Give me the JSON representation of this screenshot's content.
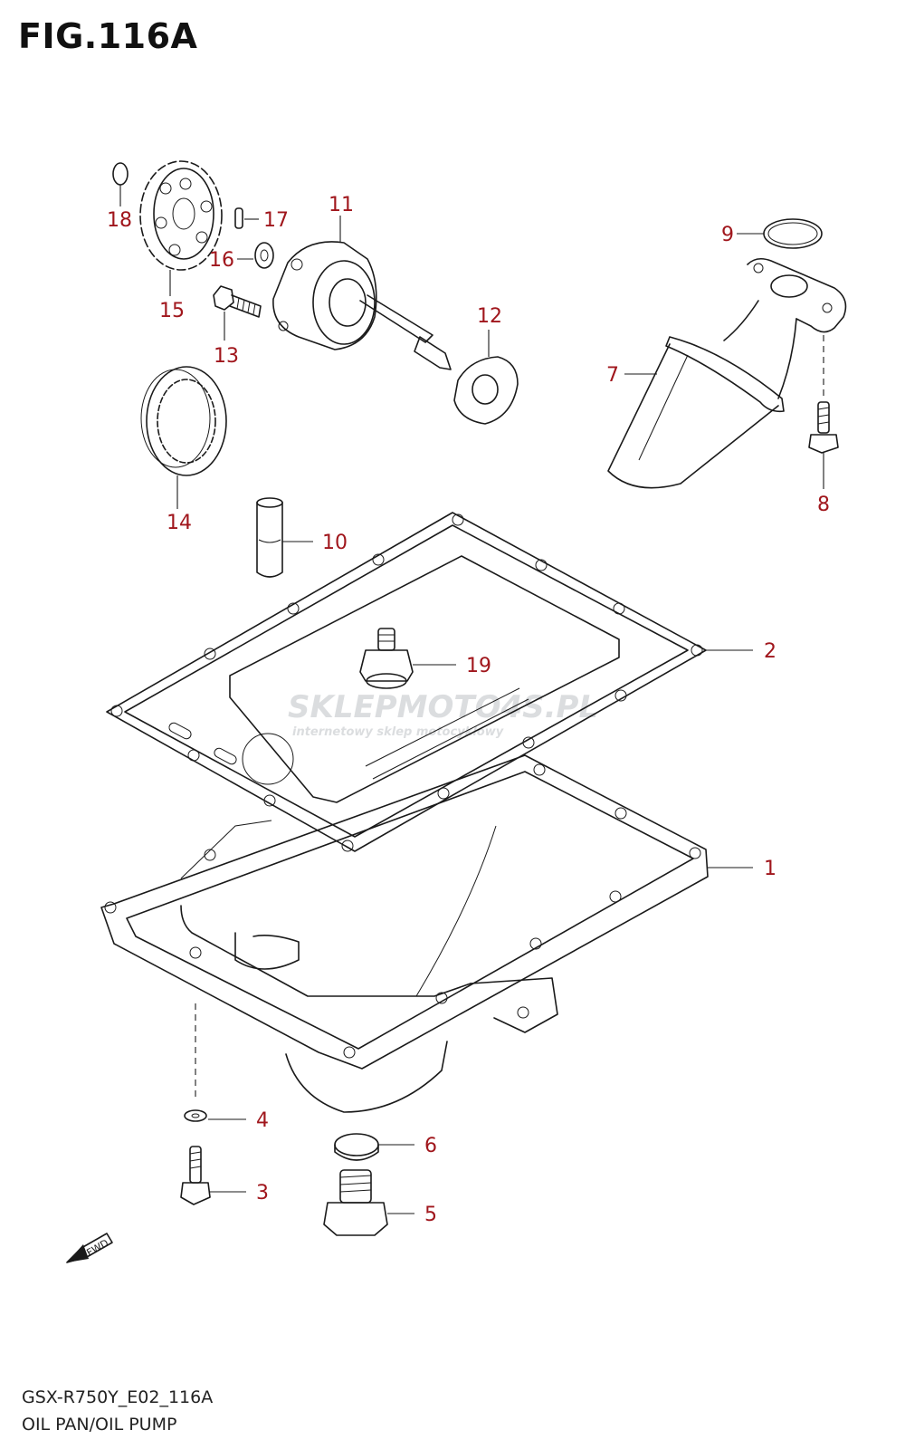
{
  "figure": {
    "title": "FIG.116A",
    "code": "GSX-R750Y_E02_116A",
    "name": "OIL PAN/OIL PUMP"
  },
  "watermark": {
    "brand": "SKLEPMOTO4S.PL",
    "tagline": "internetowy sklep motocyklowy"
  },
  "callouts": [
    "1",
    "2",
    "3",
    "4",
    "5",
    "6",
    "7",
    "8",
    "9",
    "10",
    "11",
    "12",
    "13",
    "14",
    "15",
    "16",
    "17",
    "18",
    "19"
  ],
  "fwd_label": "FWD",
  "colors": {
    "callout": "#a0161c",
    "line": "#1a1a1a"
  }
}
